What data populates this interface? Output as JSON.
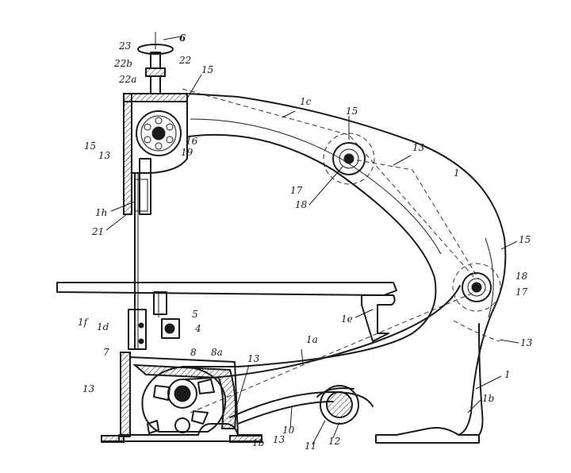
{
  "labels": [
    {
      "id": "l-23",
      "text": "23"
    },
    {
      "id": "l-6",
      "text": "6"
    },
    {
      "id": "l-22b",
      "text": "22b"
    },
    {
      "id": "l-22",
      "text": "22"
    },
    {
      "id": "l-22a",
      "text": "22a"
    },
    {
      "id": "l-15a",
      "text": "15"
    },
    {
      "id": "l-1c",
      "text": "1c"
    },
    {
      "id": "l-15b",
      "text": "15"
    },
    {
      "id": "l-15c",
      "text": "15"
    },
    {
      "id": "l-13a",
      "text": "13"
    },
    {
      "id": "l-16a",
      "text": "16"
    },
    {
      "id": "l-19",
      "text": "19"
    },
    {
      "id": "l-13b",
      "text": "13"
    },
    {
      "id": "l-1a",
      "text": "1"
    },
    {
      "id": "l-17a",
      "text": "17"
    },
    {
      "id": "l-18a",
      "text": "18"
    },
    {
      "id": "l-1h",
      "text": "1h"
    },
    {
      "id": "l-21",
      "text": "21"
    },
    {
      "id": "l-15d",
      "text": "15"
    },
    {
      "id": "l-18b",
      "text": "18"
    },
    {
      "id": "l-17b",
      "text": "17"
    },
    {
      "id": "l-1f",
      "text": "1f"
    },
    {
      "id": "l-1d",
      "text": "1d"
    },
    {
      "id": "l-5",
      "text": "5"
    },
    {
      "id": "l-4",
      "text": "4"
    },
    {
      "id": "l-1e",
      "text": "1e"
    },
    {
      "id": "l-7",
      "text": "7"
    },
    {
      "id": "l-13c",
      "text": "13"
    },
    {
      "id": "l-1a2",
      "text": "1a"
    },
    {
      "id": "l-8",
      "text": "8"
    },
    {
      "id": "l-8a",
      "text": "8a"
    },
    {
      "id": "l-13d",
      "text": "13"
    },
    {
      "id": "l-13e",
      "text": "13"
    },
    {
      "id": "l-1b",
      "text": "1"
    },
    {
      "id": "l-1b2",
      "text": "1b"
    },
    {
      "id": "l-13f",
      "text": "13"
    },
    {
      "id": "l-10",
      "text": "10"
    },
    {
      "id": "l-11",
      "text": "11"
    },
    {
      "id": "l-12",
      "text": "12"
    },
    {
      "id": "l-1b3",
      "text": "1b"
    }
  ]
}
